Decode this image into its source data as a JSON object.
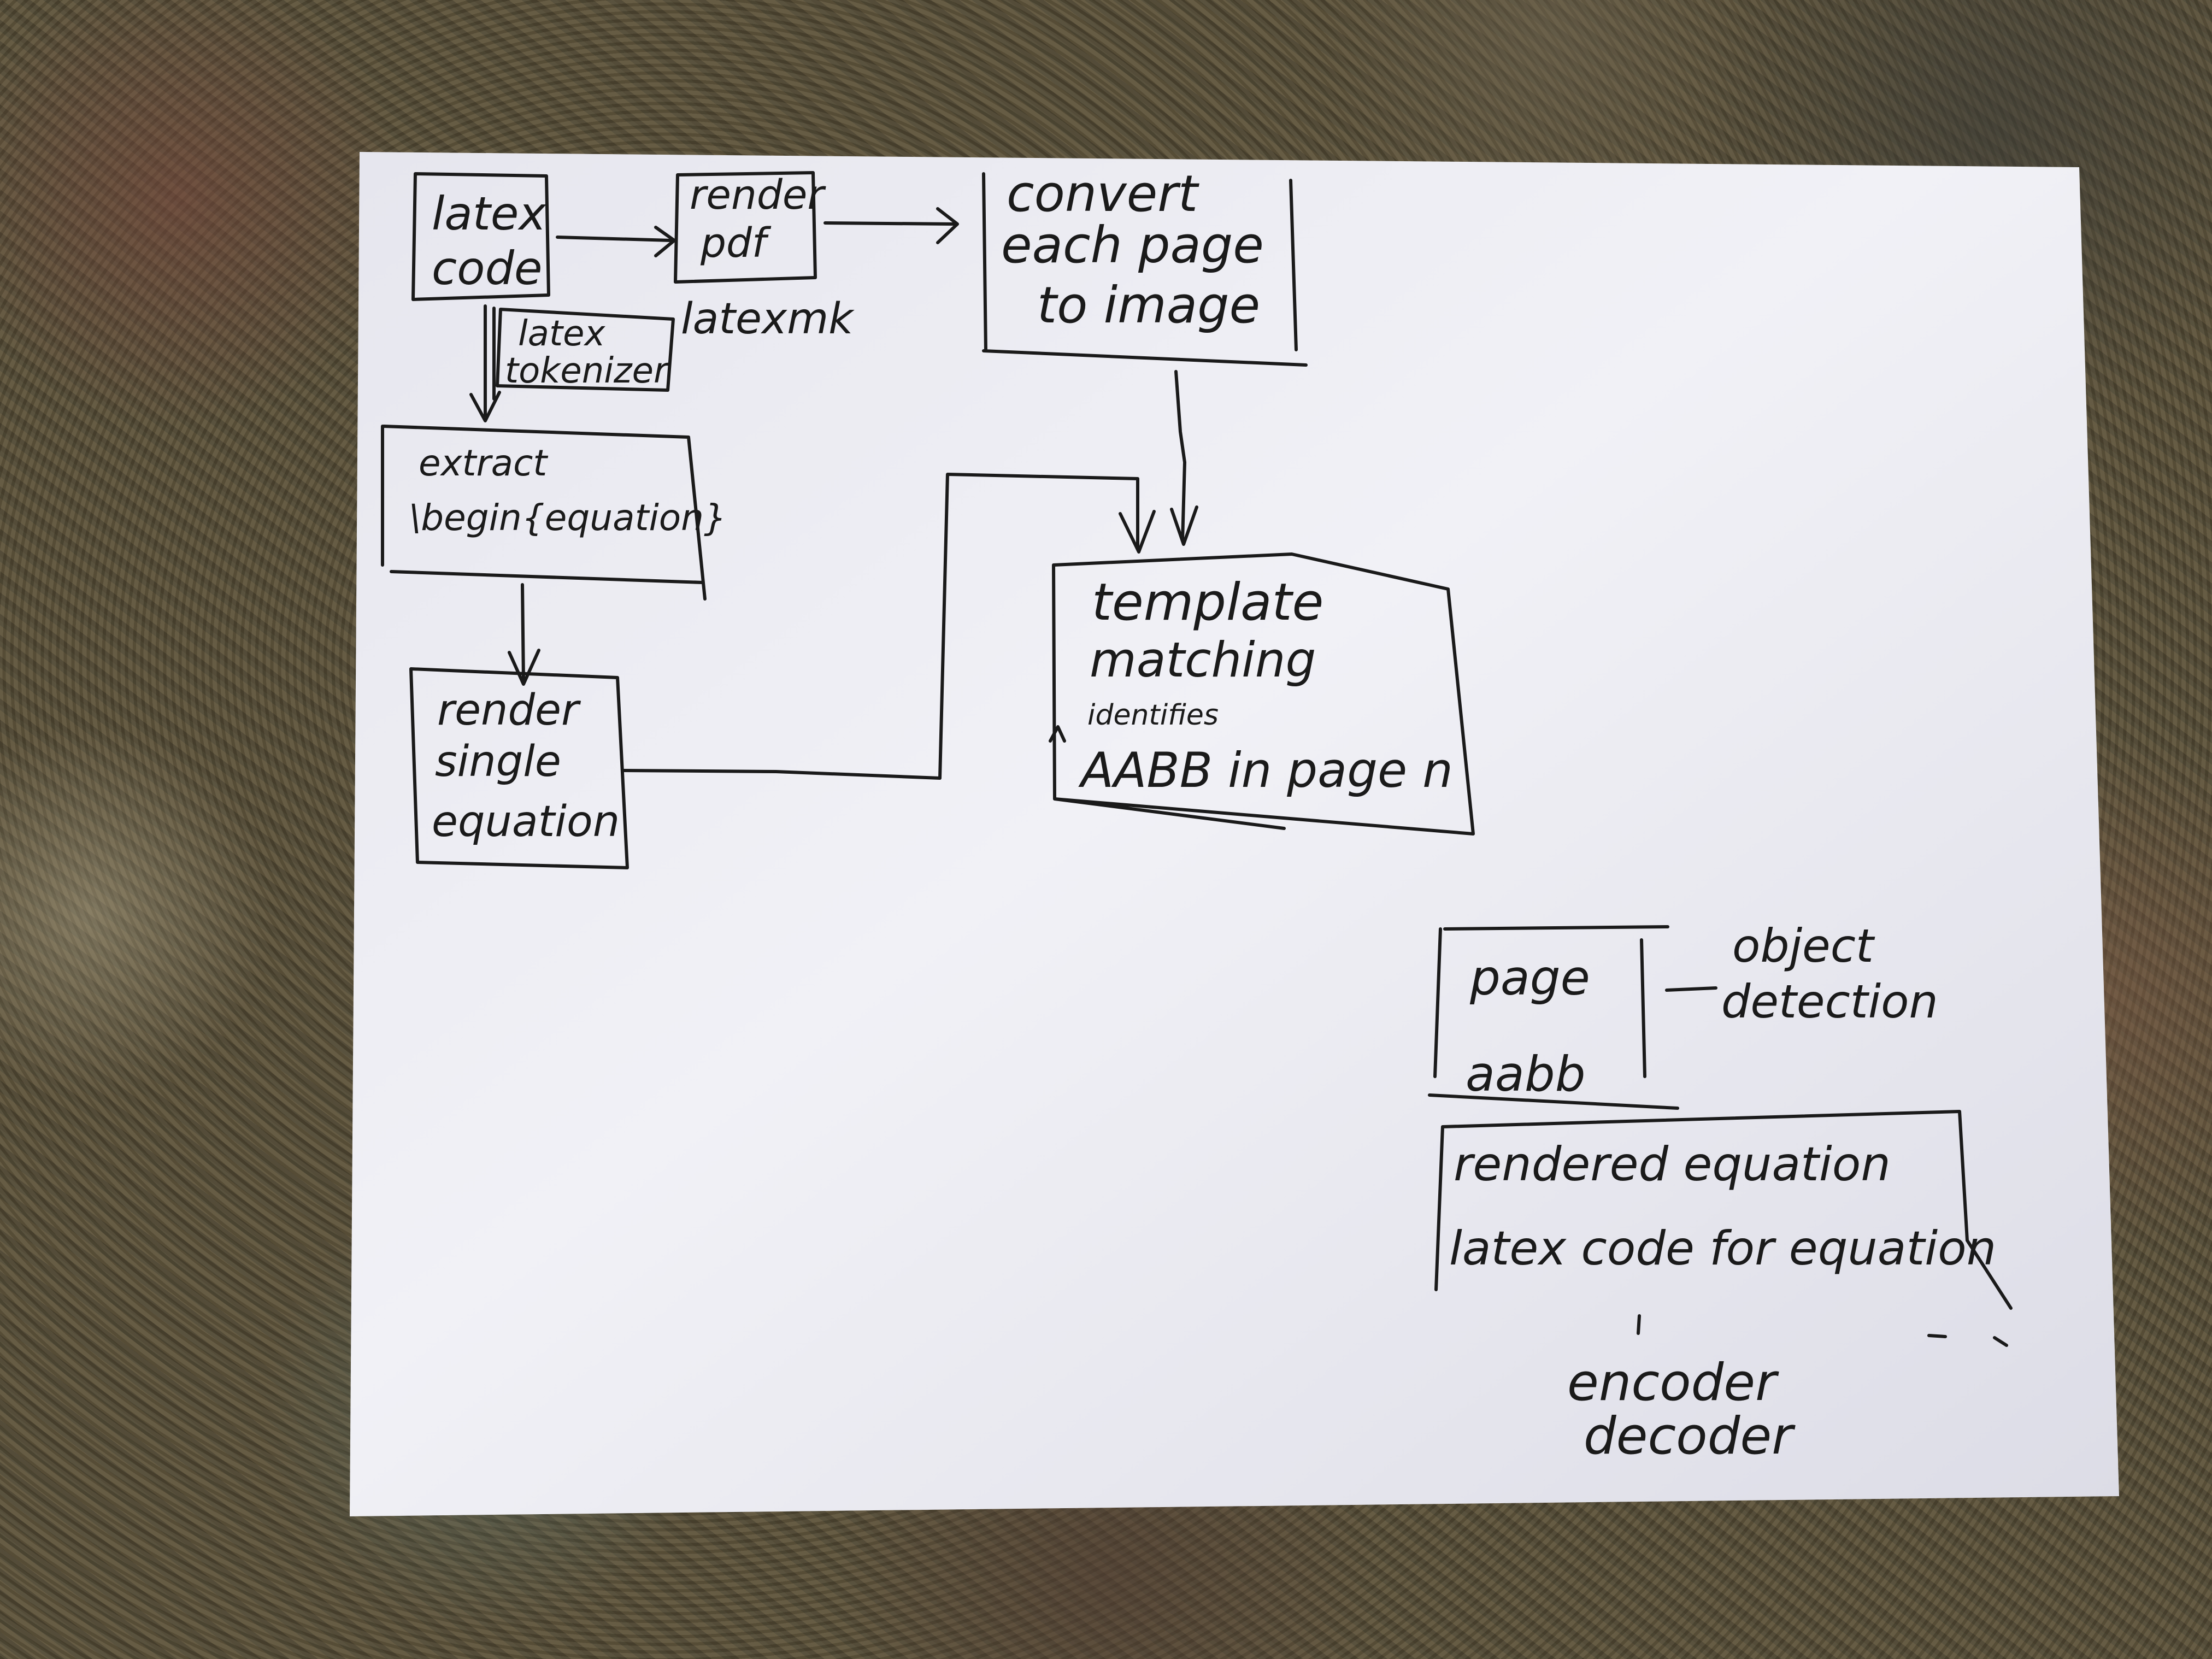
{
  "nodes": {
    "latex_code": [
      "latex",
      "code"
    ],
    "render_pdf": [
      "render",
      "pdf"
    ],
    "latexmk": "latexmk",
    "convert": [
      "convert",
      "each page",
      "to image"
    ],
    "latex_tokenizer": [
      "latex",
      "tokenizer"
    ],
    "extract": [
      "extract",
      "\\begin{equation}"
    ],
    "template_matching": [
      "template",
      "matching",
      "identifies",
      "AABB in page n"
    ],
    "render_single": [
      "render",
      "single",
      "equation"
    ],
    "page_aabb": [
      "page",
      "aabb"
    ],
    "object_detection": [
      "object",
      "detection"
    ],
    "rendered_eq": [
      "rendered equation",
      "latex code for equation"
    ],
    "encoder_decoder": [
      "encoder",
      "decoder"
    ]
  }
}
